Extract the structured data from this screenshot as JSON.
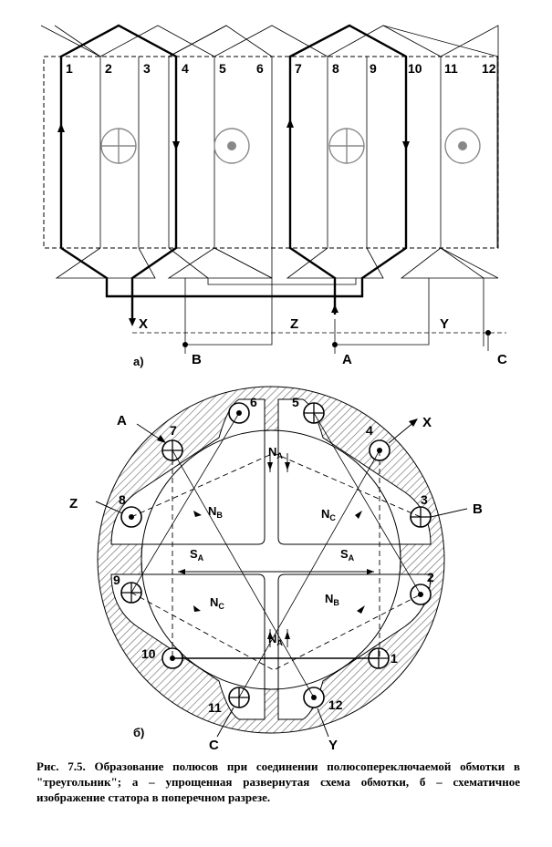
{
  "figure_a": {
    "label": "а)",
    "slots": [
      "1",
      "2",
      "3",
      "4",
      "5",
      "6",
      "7",
      "8",
      "9",
      "10",
      "11",
      "12"
    ],
    "terminals": {
      "X": "X",
      "Z": "Z",
      "Y": "Y",
      "A": "A",
      "B": "B",
      "C": "C"
    }
  },
  "figure_b": {
    "label": "б)",
    "phases": {
      "A": "A",
      "X": "X",
      "Z": "Z",
      "B": "B",
      "C": "C",
      "Y": "Y"
    },
    "coils": [
      "1",
      "2",
      "3",
      "4",
      "5",
      "6",
      "7",
      "8",
      "9",
      "10",
      "11",
      "12"
    ],
    "poles": {
      "na_top": {
        "main": "N",
        "sub": "A"
      },
      "na_bottom": {
        "main": "N",
        "sub": "A"
      },
      "nb_upper": {
        "main": "N",
        "sub": "B"
      },
      "nb_lower": {
        "main": "N",
        "sub": "B"
      },
      "nc_upper": {
        "main": "N",
        "sub": "C"
      },
      "nc_lower": {
        "main": "N",
        "sub": "C"
      },
      "sa_left": {
        "main": "S",
        "sub": "A"
      },
      "sa_right": {
        "main": "S",
        "sub": "A"
      }
    }
  },
  "caption": "Рис. 7.5. Образование полюсов при соединении полюсопереключаемой обмотки в \"треугольник\"; а – упрощенная развернутая схема обмотки, б – схематичное изображение статора в поперечном разрезе."
}
